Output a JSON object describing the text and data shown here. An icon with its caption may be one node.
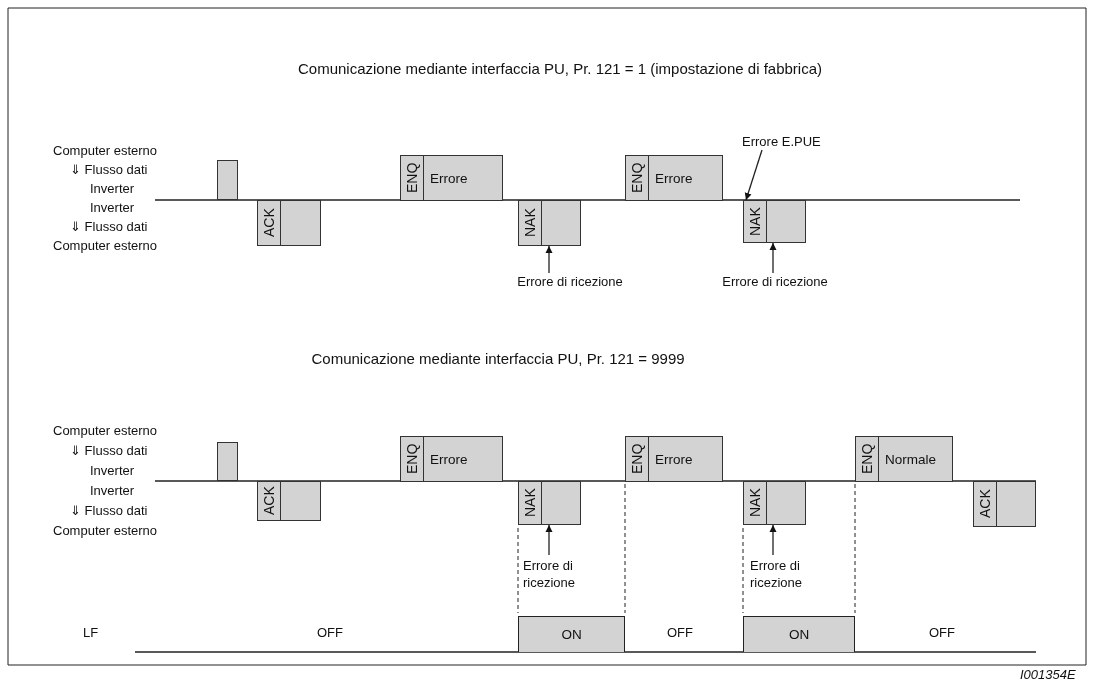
{
  "diagram": {
    "nodes": [
      {
        "text": [],
        "shape": "bar"
      },
      {
        "text": [
          "ACK"
        ]
      },
      {
        "text": [
          "ENQ",
          "Errore"
        ]
      },
      {
        "text": [
          "NAK"
        ]
      },
      {
        "text": [
          "ENQ",
          "Errore"
        ]
      },
      {
        "text": [
          "NAK"
        ]
      },
      {
        "text": [
          "Errore di ricezione"
        ]
      },
      {
        "text": [
          "Errore E.PUE"
        ]
      },
      {
        "text": [
          "Errore di ricezione"
        ]
      },
      {
        "text": [],
        "shape": "bar"
      },
      {
        "text": [
          "ACK"
        ]
      },
      {
        "text": [
          "ENQ",
          "Errore"
        ]
      },
      {
        "text": [
          "NAK"
        ]
      },
      {
        "text": [
          "ENQ",
          "Errore"
        ]
      },
      {
        "text": [
          "NAK"
        ]
      },
      {
        "text": [
          "ENQ",
          "Normale"
        ]
      },
      {
        "text": [
          "ACK"
        ]
      },
      {
        "text": [
          "Errore di ricezione"
        ]
      },
      {
        "text": [
          "Errore di ricezione"
        ]
      },
      {
        "text": [
          "ON"
        ]
      },
      {
        "text": [
          "ON"
        ]
      }
    ],
    "edges": [
      {
        "from": 6,
        "to": 3,
        "arrow": "to"
      },
      {
        "from": 7,
        "to": 5,
        "arrow": "to"
      },
      {
        "from": 8,
        "to": 5,
        "arrow": "to"
      },
      {
        "from": 17,
        "to": 12,
        "arrow": "to"
      },
      {
        "from": 18,
        "to": 14,
        "arrow": "to"
      }
    ],
    "labels": [
      "Comunicazione mediante interfaccia PU, Pr. 121 = 1 (impostazione di fabbrica)",
      "Computer esterno",
      "⇓ Flusso dati",
      "Inverter",
      "Inverter",
      "⇓ Flusso dati",
      "Computer esterno",
      "Comunicazione mediante interfaccia PU, Pr. 121 = 9999",
      "Computer esterno",
      "⇓ Flusso dati",
      "Inverter",
      "Inverter",
      "⇓ Flusso dati",
      "Computer esterno",
      "LF",
      "OFF",
      "OFF",
      "OFF",
      "I001354E"
    ]
  }
}
